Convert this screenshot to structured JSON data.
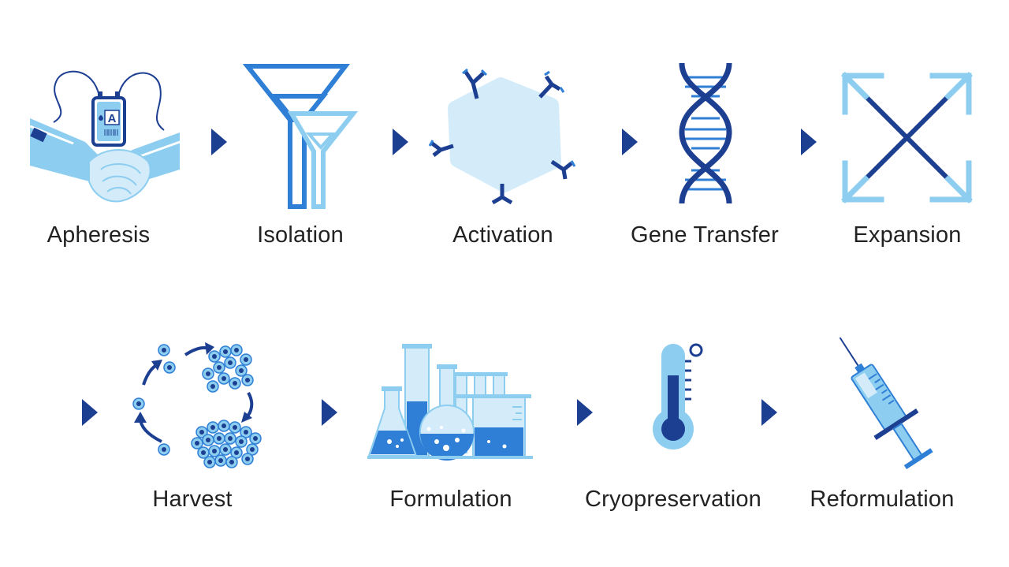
{
  "colors": {
    "dark_blue": "#1d3f92",
    "mid_blue": "#2f7fd6",
    "light_blue": "#8ccdf0",
    "pale_blue": "#d4ecfa",
    "text": "#222222"
  },
  "bag_label": "A",
  "steps": [
    {
      "label": "Apheresis",
      "icon": "blood-bag-handshake-icon"
    },
    {
      "label": "Isolation",
      "icon": "funnel-icon"
    },
    {
      "label": "Activation",
      "icon": "antibody-cell-icon"
    },
    {
      "label": "Gene Transfer",
      "icon": "dna-icon"
    },
    {
      "label": "Expansion",
      "icon": "expand-arrows-icon"
    },
    {
      "label": "Harvest",
      "icon": "cell-cycle-icon"
    },
    {
      "label": "Formulation",
      "icon": "lab-glassware-icon"
    },
    {
      "label": "Cryopreservation",
      "icon": "thermometer-icon"
    },
    {
      "label": "Reformulation",
      "icon": "syringe-icon"
    }
  ]
}
